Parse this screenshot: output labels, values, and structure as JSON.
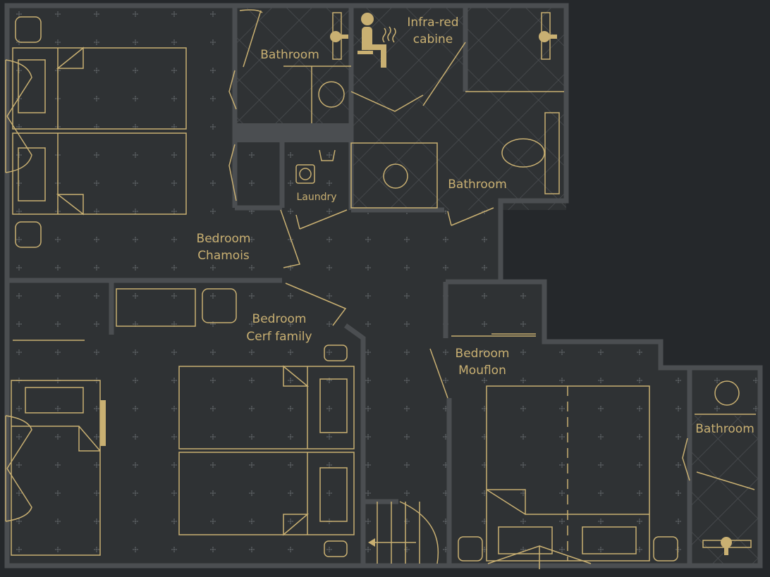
{
  "colors": {
    "background": "#25282b",
    "floor": "#2f3234",
    "wall": "#4b4e51",
    "accent": "#c9b072"
  },
  "rooms": {
    "bathroom_1": "Bathroom",
    "infrared_line1": "Infra-red",
    "infrared_line2": "cabine",
    "laundry": "Laundry",
    "bathroom_2": "Bathroom",
    "chamois_line1": "Bedroom",
    "chamois_line2": "Chamois",
    "cerf_line1": "Bedroom",
    "cerf_line2": "Cerf family",
    "mouflon_line1": "Bedroom",
    "mouflon_line2": "Mouflon",
    "bathroom_3": "Bathroom"
  }
}
